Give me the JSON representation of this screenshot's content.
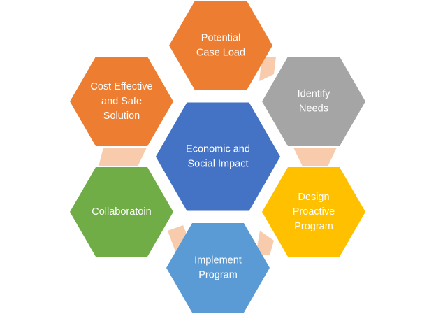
{
  "diagram": {
    "center": {
      "id": "center",
      "lines": [
        "Economic and",
        "Social Impact"
      ],
      "color": "#4472C4"
    },
    "outer": [
      {
        "id": "potential-case-load",
        "lines": [
          "Potential",
          "Case Load"
        ],
        "color": "#ED7D31"
      },
      {
        "id": "identify-needs",
        "lines": [
          "Identify",
          "Needs"
        ],
        "color": "#A5A5A5"
      },
      {
        "id": "design-proactive-program",
        "lines": [
          "Design",
          "Proactive",
          "Program"
        ],
        "color": "#FFC000"
      },
      {
        "id": "implement-program",
        "lines": [
          "Implement",
          "Program"
        ],
        "color": "#5B9BD5"
      },
      {
        "id": "collaboration",
        "lines": [
          "Collaboratoin"
        ],
        "color": "#70AD47"
      },
      {
        "id": "cost-effective-safe-solution",
        "lines": [
          "Cost Effective",
          "and Safe",
          "Solution"
        ],
        "color": "#ED7D31"
      }
    ],
    "connector_color": "#F8CBAD"
  }
}
